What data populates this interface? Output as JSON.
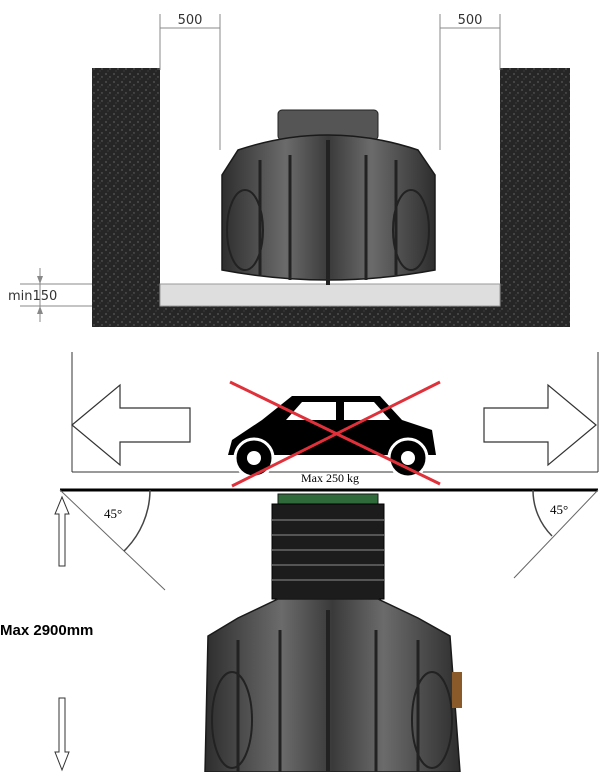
{
  "top_view": {
    "clearance_left": "500",
    "clearance_right": "500",
    "base_label": "min150"
  },
  "bottom_view": {
    "load_label": "Max 250 kg",
    "angle_left": "45°",
    "angle_right": "45°",
    "max_depth": "Max 2900mm"
  },
  "colors": {
    "soil": "#2a2a2a",
    "tank": "#3b3b3b",
    "base_slab": "#dedede",
    "cross": "#e0303a",
    "car": "#000000"
  },
  "icons": [
    "arrow-left-icon",
    "arrow-right-icon",
    "car-icon",
    "cross-out-icon",
    "arrow-up-icon",
    "arrow-down-icon"
  ]
}
